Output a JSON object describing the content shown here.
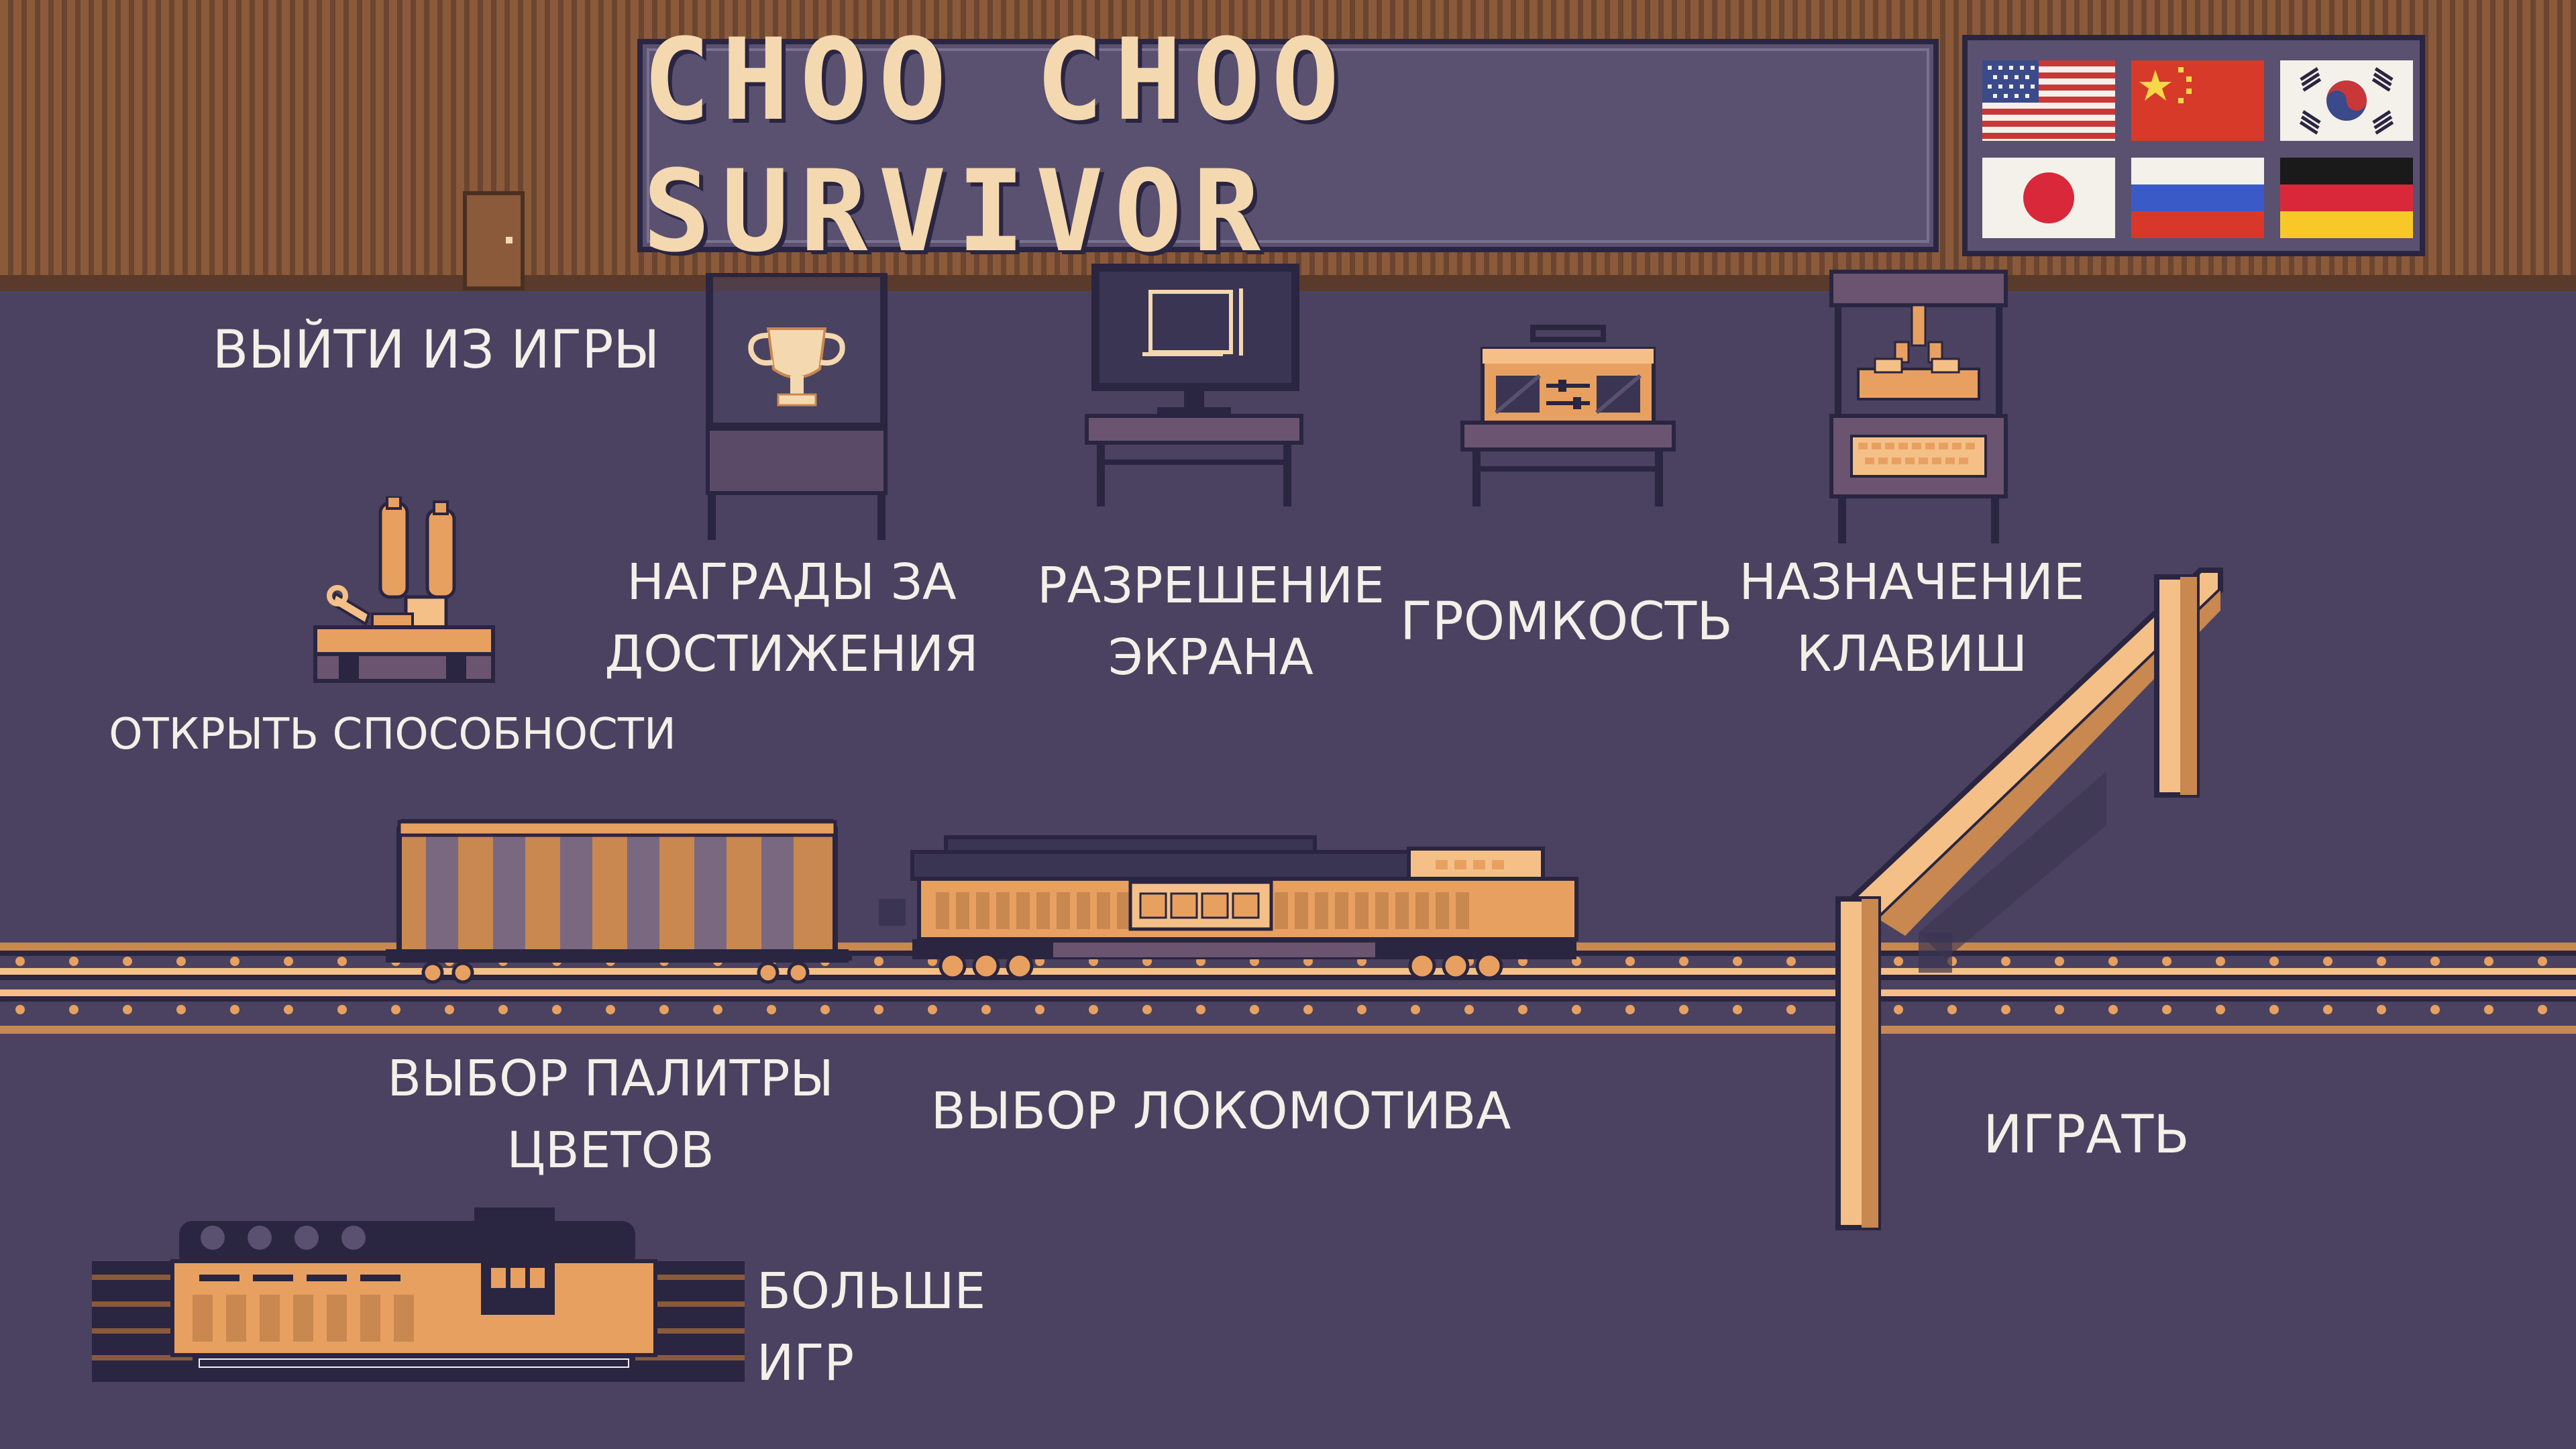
{
  "game": {
    "title": "CHOO CHOO SURVIVOR"
  },
  "menu": {
    "exit": "ВЫЙТИ ИЗ ИГРЫ",
    "achievements": "НАГРАДЫ ЗА\nДОСТИЖЕНИЯ",
    "resolution": "РАЗРЕШЕНИЕ\nЭКРАНА",
    "volume": "ГРОМКОСТЬ",
    "keybindings": "НАЗНАЧЕНИЕ\nКЛАВИШ",
    "abilities": "ОТКРЫТЬ СПОСОБНОСТИ",
    "palette": "ВЫБОР ПАЛИТРЫ\nЦВЕТОВ",
    "locomotive": "ВЫБОР ЛОКОМОТИВА",
    "play": "ИГРАТЬ",
    "more_games": "БОЛЬШЕ\nИГР"
  },
  "languages": [
    {
      "code": "en",
      "flag": "usa-flag-icon"
    },
    {
      "code": "zh",
      "flag": "china-flag-icon"
    },
    {
      "code": "ko",
      "flag": "korea-flag-icon"
    },
    {
      "code": "ja",
      "flag": "japan-flag-icon"
    },
    {
      "code": "ru",
      "flag": "russia-flag-icon"
    },
    {
      "code": "de",
      "flag": "germany-flag-icon"
    }
  ],
  "colors": {
    "background": "#4a4260",
    "wall": "#8a5a3a",
    "accent_orange": "#e8a060",
    "text": "#f4efe8",
    "title": "#f4d8b0"
  }
}
